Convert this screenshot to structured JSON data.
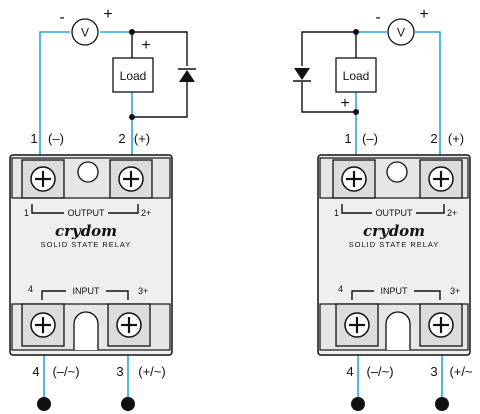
{
  "diagrams": [
    {
      "load_label": "Load",
      "voltmeter_label": "V",
      "meter_minus": "-",
      "meter_plus": "+",
      "load_plus": "+",
      "term_top_left": "1",
      "term_top_left_pol": "(–)",
      "term_top_right": "2",
      "term_top_right_pol": "(+)",
      "term_bot_left": "4",
      "term_bot_left_pol": "(–/~)",
      "term_bot_right": "3",
      "term_bot_right_pol": "(+/~)",
      "relay": {
        "output_left": "1",
        "output_label": "OUTPUT",
        "output_right": "2+",
        "brand": "crydom",
        "subtitle": "SOLID STATE RELAY",
        "input_left": "4",
        "input_label": "INPUT",
        "input_right": "3+"
      }
    },
    {
      "load_label": "Load",
      "voltmeter_label": "V",
      "meter_minus": "-",
      "meter_plus": "+",
      "load_plus": "+",
      "term_top_left": "1",
      "term_top_left_pol": "(–)",
      "term_top_right": "2",
      "term_top_right_pol": "(+)",
      "term_bot_left": "4",
      "term_bot_left_pol": "(–/~)",
      "term_bot_right": "3",
      "term_bot_right_pol": "(+/~",
      "relay": {
        "output_left": "1",
        "output_label": "OUTPUT",
        "output_right": "2+",
        "brand": "crydom",
        "subtitle": "SOLID STATE RELAY",
        "input_left": "4",
        "input_label": "INPUT",
        "input_right": "3+"
      }
    }
  ],
  "colors": {
    "wire": "#2aa7de",
    "line": "#111111",
    "body": "#efefef"
  }
}
